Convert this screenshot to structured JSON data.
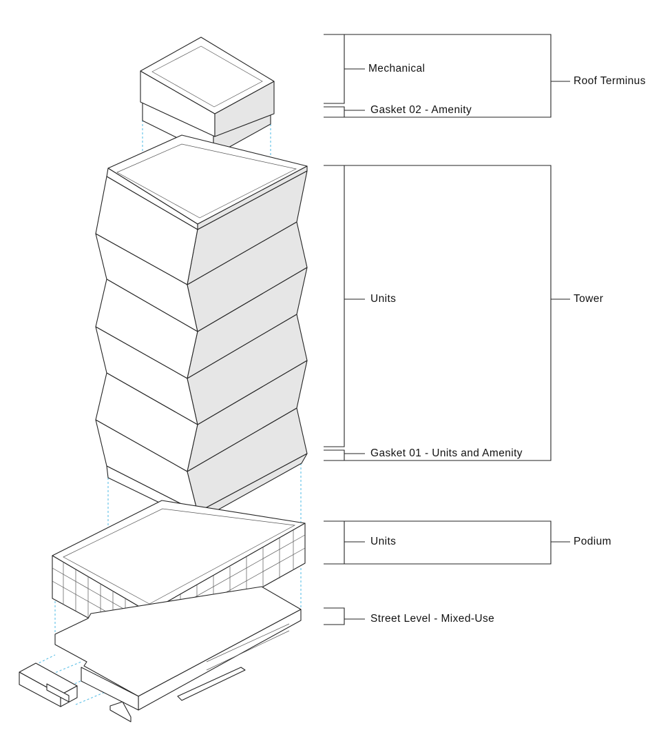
{
  "labels": {
    "mechanical": "Mechanical",
    "gasket_02": "Gasket 02 - Amenity",
    "roof_terminus": "Roof Terminus",
    "tower_units": "Units",
    "gasket_01": "Gasket 01 - Units and Amenity",
    "tower": "Tower",
    "podium_units": "Units",
    "podium": "Podium",
    "street_level": "Street Level - Mixed-Use"
  },
  "colors": {
    "line": "#222222",
    "light_face": "#ffffff",
    "shaded_face": "#e6e6e6",
    "dashed_guide": "#5bbfe6"
  }
}
